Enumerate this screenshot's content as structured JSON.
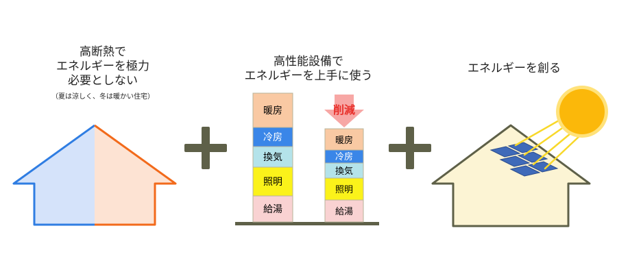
{
  "panels": {
    "insulation": {
      "title_lines": [
        "高断熱で",
        "エネルギーを極力",
        "必要としない"
      ],
      "note": "（夏は涼しく、冬は暖かい住宅）",
      "colors": {
        "left_fill": "#d5e3fa",
        "left_stroke": "#2f7de2",
        "right_fill": "#fde3d3",
        "right_stroke": "#f26a1b"
      }
    },
    "efficient": {
      "title_lines": [
        "高性能設備で",
        "エネルギーを上手に使う"
      ],
      "reduction_label": "削減",
      "reduction_color": "#e8302b",
      "arrow_color": "#f7a7a5",
      "stacks": {
        "before": [
          {
            "label": "暖房",
            "color": "#f9c9a3"
          },
          {
            "label": "冷房",
            "color": "#3a86e8"
          },
          {
            "label": "換気",
            "color": "#b4e3ea"
          },
          {
            "label": "照明",
            "color": "#fbf21a"
          },
          {
            "label": "給湯",
            "color": "#f9d2d2"
          }
        ],
        "after": [
          {
            "label": "暖房",
            "color": "#f9c9a3"
          },
          {
            "label": "冷房",
            "color": "#3a86e8"
          },
          {
            "label": "換気",
            "color": "#b4e3ea"
          },
          {
            "label": "照明",
            "color": "#fbf21a"
          },
          {
            "label": "給湯",
            "color": "#f9d2d2"
          }
        ]
      }
    },
    "generation": {
      "title_lines": [
        "エネルギーを創る"
      ],
      "colors": {
        "house_fill": "#fcf4d4",
        "house_stroke": "#5e6048",
        "panel": "#3f6ab9",
        "sun": "#fbb80a",
        "sun_glow": "#ffe27a",
        "rays": "#f8d829"
      }
    }
  },
  "operators": {
    "symbols": [
      "+",
      "+"
    ],
    "color": "#5e6048"
  }
}
